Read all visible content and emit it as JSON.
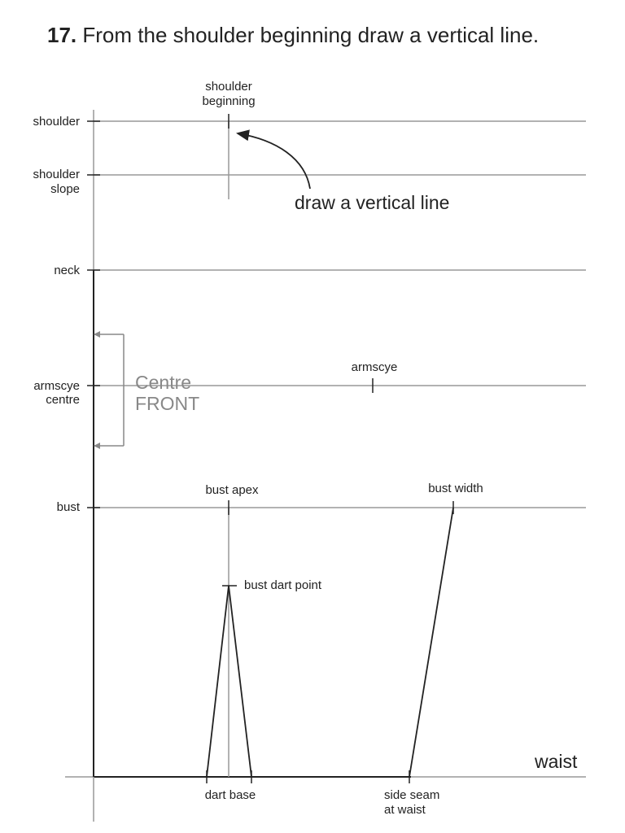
{
  "title": {
    "step": "17.",
    "text": "From the shoulder beginning draw a vertical line."
  },
  "levels": {
    "shoulder": "shoulder",
    "shoulder_slope": [
      "shoulder",
      "slope"
    ],
    "neck": "neck",
    "armscye_centre": [
      "armscye",
      "centre"
    ],
    "bust": "bust",
    "waist": "waist"
  },
  "points": {
    "shoulder_beginning": [
      "shoulder",
      "beginning"
    ],
    "armscye": "armscye",
    "bust_apex": "bust apex",
    "bust_width": "bust width",
    "bust_dart_point": "bust dart point",
    "dart_base": "dart base",
    "side_seam": [
      "side seam",
      "at waist"
    ]
  },
  "annotation": "draw a vertical line",
  "centre_front": [
    "Centre",
    "FRONT"
  ],
  "colors": {
    "ink": "#222222",
    "guide": "#999999",
    "centre_front": "#888888"
  }
}
